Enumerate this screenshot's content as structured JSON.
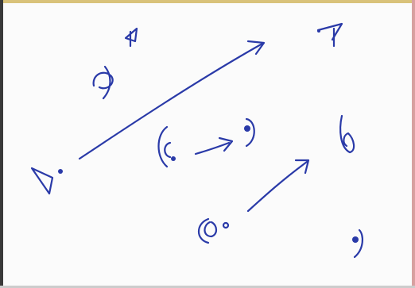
{
  "sketch": {
    "ink_color": "#2a3aa8",
    "paper_color": "#fbfbfb",
    "border_colors": {
      "top": "#d9c27a",
      "left": "#3a3a3a",
      "right": "#d8a0a0",
      "bottom": "#cccccc"
    },
    "marks": [
      {
        "shape": "triangle",
        "label_kind": "triangle-with-dot"
      },
      {
        "shape": "triangle",
        "label_kind": "triangle-rotated"
      },
      {
        "shape": "circle",
        "label_kind": "circle-with-dot"
      },
      {
        "shape": "circle",
        "label_kind": "circle-with-dot-and-tail"
      },
      {
        "shape": "circle",
        "label_kind": "circle-rotated"
      },
      {
        "shape": "circle",
        "label_kind": "circle-bold-dot"
      },
      {
        "shape": "circle",
        "label_kind": "circle-outline"
      },
      {
        "shape": "circle",
        "label_kind": "circle-bold-dot-small"
      }
    ],
    "arrows": [
      {
        "from_mark": "triangle-with-dot",
        "to": "top-right"
      },
      {
        "from_mark": "circle-with-dot-and-tail",
        "to": "circle-bold-dot"
      },
      {
        "from_mark": "circle-with-dot",
        "to": "circle-outline"
      }
    ]
  }
}
